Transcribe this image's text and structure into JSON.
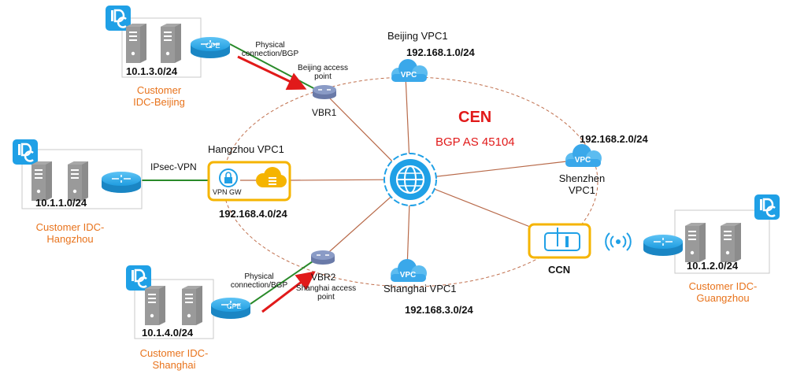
{
  "colors": {
    "primary": "#1fa0e6",
    "cen_red": "#e11a1a",
    "orange": "#e8731c",
    "yellow": "#f5b400",
    "router": "#8a9bc6",
    "line_green": "#2a8a2a",
    "link_brown": "#b86a4a"
  },
  "cen": {
    "title": "CEN",
    "asn": "BGP AS 45104"
  },
  "vpcs": [
    {
      "name": "Beijing VPC1",
      "cidr": "192.168.1.0/24",
      "badge": "VPC"
    },
    {
      "name": "Shenzhen VPC1",
      "cidr": "192.168.2.0/24",
      "badge": "VPC"
    },
    {
      "name": "Shanghai VPC1",
      "cidr": "192.168.3.0/24",
      "badge": "VPC"
    },
    {
      "name": "Hangzhou VPC1",
      "cidr": "192.168.4.0/24"
    }
  ],
  "vbrs": [
    {
      "name": "VBR1",
      "access_point": "Beijing access point"
    },
    {
      "name": "VBR2",
      "access_point": "Shanghai access point"
    }
  ],
  "idcs": [
    {
      "name": "Customer IDC-Beijing",
      "cidr": "10.1.3.0/24"
    },
    {
      "name": "Customer IDC-Hangzhou",
      "cidr": "10.1.1.0/24"
    },
    {
      "name": "Customer IDC-Shanghai",
      "cidr": "10.1.4.0/24"
    },
    {
      "name": "Customer IDC-Guangzhou",
      "cidr": "10.1.2.0/24"
    }
  ],
  "connections": {
    "physical": "Physical connection/BGP",
    "ipsec": "IPsec-VPN",
    "cpe": "CPE",
    "vpn_gw": "VPN GW",
    "ccn": "CCN"
  },
  "icons": [
    "idc-icon",
    "server-icon",
    "router-icon",
    "cloud-icon",
    "globe-icon",
    "wireless-icon",
    "lock-icon",
    "ccn-icon"
  ]
}
